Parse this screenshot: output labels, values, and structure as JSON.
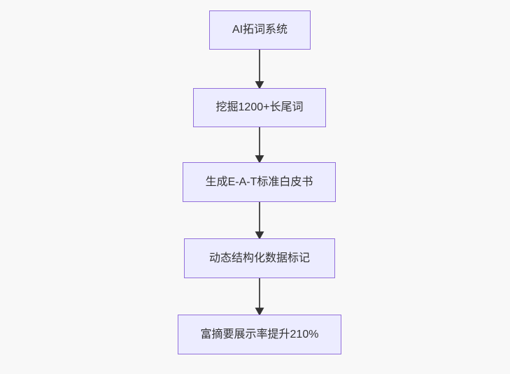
{
  "diagram": {
    "type": "flowchart",
    "direction": "top-down",
    "nodes": [
      {
        "id": "n1",
        "label": "AI拓词系统"
      },
      {
        "id": "n2",
        "label": "挖掘1200+长尾词"
      },
      {
        "id": "n3",
        "label": "生成E-A-T标准白皮书"
      },
      {
        "id": "n4",
        "label": "动态结构化数据标记"
      },
      {
        "id": "n5",
        "label": "富摘要展示率提升210%"
      }
    ],
    "edges": [
      {
        "from": "n1",
        "to": "n2"
      },
      {
        "from": "n2",
        "to": "n3"
      },
      {
        "from": "n3",
        "to": "n4"
      },
      {
        "from": "n4",
        "to": "n5"
      }
    ],
    "colors": {
      "node_fill": "#ECECFF",
      "node_border": "#9370DB",
      "arrow": "#333333",
      "text": "#333333",
      "background": "#f8f8f8"
    }
  }
}
